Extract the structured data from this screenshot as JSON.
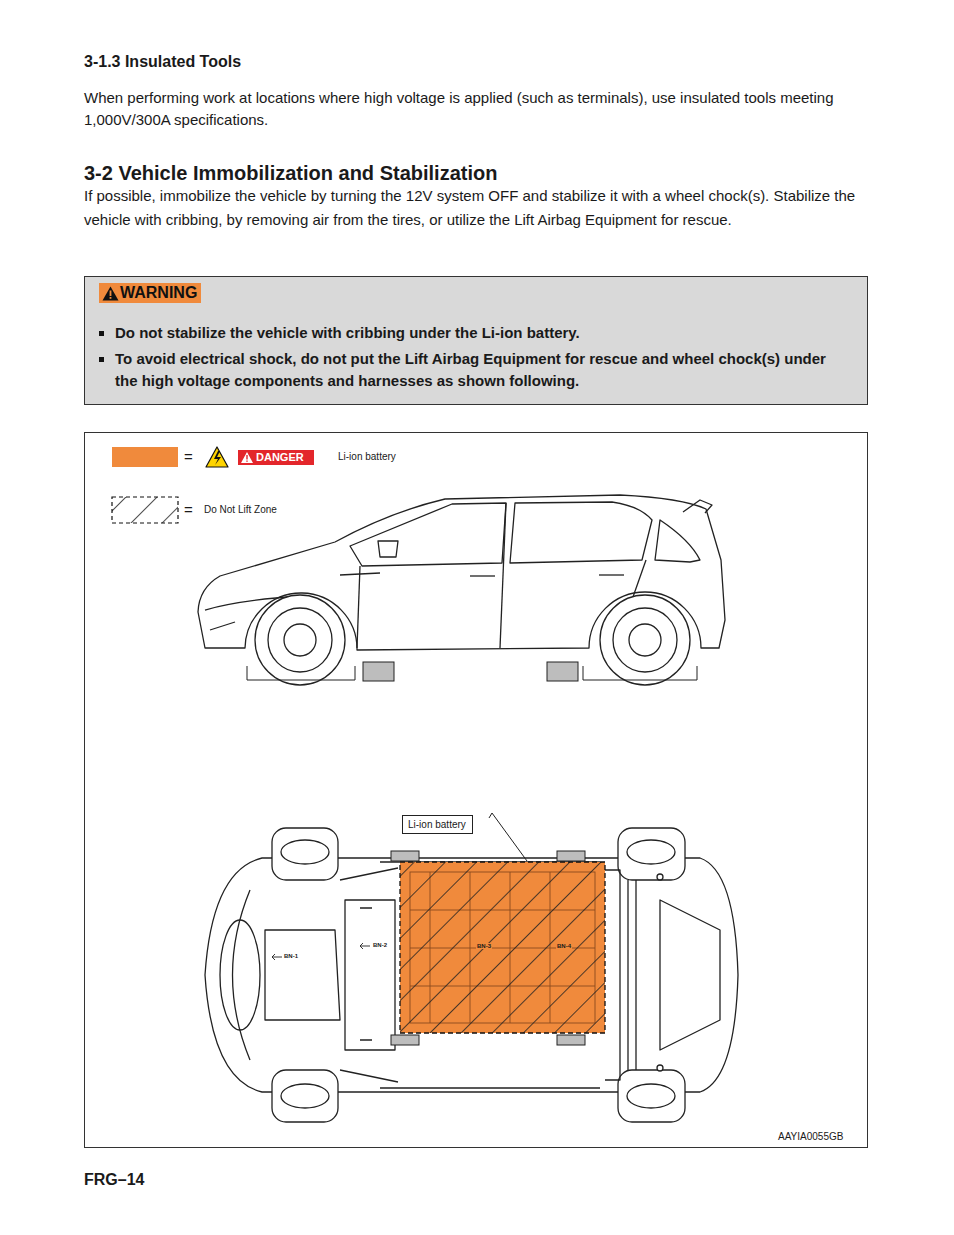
{
  "diagram": {
    "title": "3-2  Vehicle Immobilization and Stabilization",
    "nodes": [
      {
        "text": [
          "WARNING",
          "Do not stabilize the vehicle with cribbing under the Li-ion battery.",
          "To avoid electrical shock, do not put the Lift Airbag Equipment for rescue and wheel chock(s) under the high voltage components and harnesses as shown following."
        ]
      },
      {
        "text": [
          "Li-ion battery"
        ]
      }
    ],
    "labels": [
      "3-1.3  Insulated Tools",
      "When performing work at locations where high voltage is applied (such as terminals), use insulated tools meeting 1,000V/300A specifications.",
      "If possible, immobilize the vehicle by turning the 12V system OFF and stabilize it with a wheel chock(s). Stabilize the vehicle with cribbing, by removing air from the tires, or utilize the Lift Airbag Equipment for rescue.",
      "=",
      "DANGER",
      "=",
      "BN-1",
      "BN-2",
      "BN-3",
      "BN-4",
      "AAYIA0055GB",
      "FRG–14"
    ],
    "legend": [
      {
        "text": "Li-ion battery",
        "color": "#f08a3c"
      },
      {
        "text": "Do Not Lift Zone"
      }
    ]
  }
}
